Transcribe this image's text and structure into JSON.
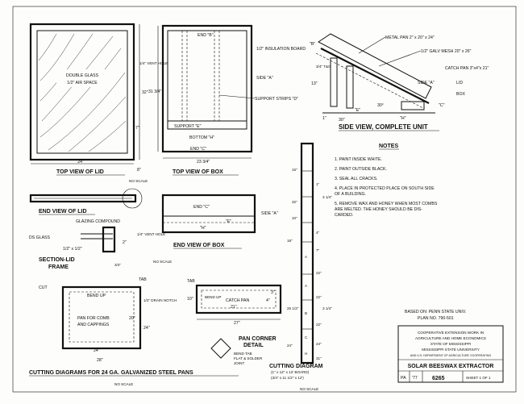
{
  "lid_top": {
    "caption": "TOP VIEW OF LID",
    "glass_line1": "DOUBLE GLASS",
    "glass_line2": "1/2\" AIR SPACE",
    "width_dim": "24\"",
    "height_dim": "32\"",
    "edge_label": "8\"",
    "side_dim": "7\""
  },
  "box_top": {
    "caption": "TOP VIEW OF BOX",
    "end_b": "END \"B\"",
    "insulation": "1/2\" INSULATION BOARD",
    "vent": "1/4\" VENT HOLE",
    "height_dim": "31 3/4\"",
    "side_a": "SIDE \"A\"",
    "support_strips": "SUPPORT STRIPS \"D\"",
    "support_e": "SUPPORT \"E\"",
    "bottom_h": "BOTTOM \"H\"",
    "end_c": "END \"C\"",
    "width_dim": "23 3/4\""
  },
  "no_scale": "NO SCALE",
  "side_view": {
    "caption": "SIDE VIEW, COMPLETE UNIT",
    "metal_pan": "METAL PAN 2\" x 20\" x 24\"",
    "galv_mesh": "1/2\" GALV MESH 20\" x 26\"",
    "catch_pan": "CATCH PAN 3\"x4\"x 21\"",
    "b": "\"B\"",
    "side_a": "SIDE \"A\"",
    "lid": "LID",
    "box": "BOX",
    "c": "\"C\"",
    "h": "\"H\"",
    "e": "\"E\"",
    "tg": "3/4\" T&G",
    "dim13": "13\"",
    "dim30a": "30\"",
    "dim30b": "30°",
    "dim1": "1\""
  },
  "notes": {
    "title": "NOTES",
    "items": [
      "1.  PAINT INSIDE WHITE.",
      "2.  PAINT OUTSIDE BLACK.",
      "3.  SEAL ALL CRACKS.",
      "4.  PLACE IN PROTECTED PLACE ON SOUTH SIDE",
      "     OF A BUILDING.",
      "5.  REMOVE WAX AND HONEY WHEN MOST COMBS",
      "     ARE MELTED.  THE HONEY SHOULD BE DIS-",
      "     CARDED."
    ]
  },
  "lid_end": {
    "caption": "END VIEW OF LID",
    "glazing": "GLAZING COMPOUND",
    "ds_glass": "DS GLASS",
    "half": "1/2\" x 1/2\"",
    "two": "2\"",
    "section_caption1": "SECTION-LID",
    "section_caption2": "FRAME",
    "quarter": "3/4\""
  },
  "box_end": {
    "caption": "END VIEW OF BOX",
    "end_c": "END \"C\"",
    "side_a": "SIDE \"A\"",
    "vent": "1/4\" VENT HOLE",
    "h": "\"H\"",
    "e": "\"E\""
  },
  "cutting_pans": {
    "caption": "CUTTING DIAGRAMS FOR 24 GA. GALVANIZED STEEL PANS",
    "cut": "CUT",
    "bend_up": "BEND UP",
    "tab": "TAB",
    "drain": "1/2\" DRAIN NOTCH",
    "pan_line1": "PAN FOR COMB",
    "pan_line2": "AND CAPPINGS",
    "dim20": "20\"",
    "dim24": "24\"",
    "dim28": "28\"",
    "dim24b": "24\"",
    "catch_pan": "CATCH PAN",
    "dim21": "21\"",
    "dim4": "4\"",
    "dim10": "10\"",
    "dim27": "27\"",
    "tab2": "TAB",
    "bend2": "BEND UP",
    "dim3": "3\"",
    "corner1": "PAN CORNER",
    "corner2": "DETAIL",
    "bend_tab1": "BEND TAB",
    "bend_tab2": "FLAT & SOLDER",
    "bend_tab3": "JOINT"
  },
  "cutting_board": {
    "caption": "CUTTING DIAGRAM",
    "sub1": "(1\" x 12\" x 12' BOARD)",
    "sub2": "(3/4\" x 11 1/2\" x 12')",
    "labels": [
      "15\"",
      "32\"",
      "10\"",
      "1\"",
      "4\"",
      "7\"",
      "A",
      "A",
      "B",
      "C",
      "H",
      "25 1/2\"",
      "22\"",
      "22\"",
      "22\"",
      "24\"",
      "31\"",
      "3 1/4\"",
      "3 1/4\"",
      "18\"",
      "24\""
    ]
  },
  "based_on": {
    "line1": "BASED ON: PENN STATE UNIV.",
    "line2": "PLAN NO. 790-501"
  },
  "title_block": {
    "line1": "COOPERATIVE EXTENSION WORK IN",
    "line2": "AGRICULTURE AND HOME ECONOMICS",
    "line3": "STATE OF MISSISSIPPI",
    "line4": "MISSISSIPPI STATE UNIVERSITY",
    "line5": "AND U.S. DEPARTMENT OF AGRICULTURE COOPERATING",
    "title": "SOLAR BEESWAX EXTRACTOR",
    "pa": "PA",
    "year": "'77",
    "number": "6265",
    "sheet": "SHEET 1 OF 1"
  }
}
